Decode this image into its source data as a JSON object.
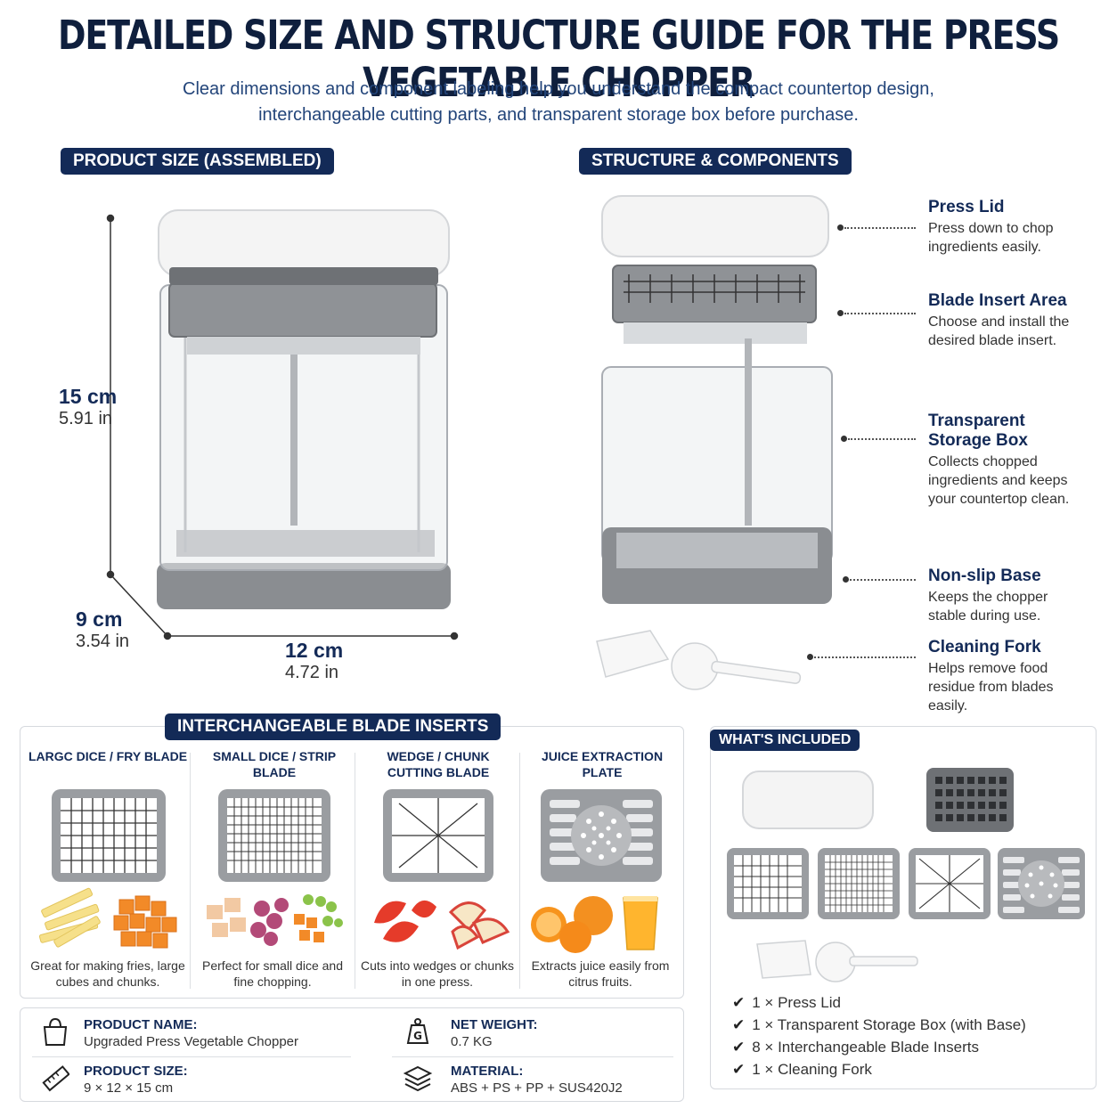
{
  "header": {
    "title": "DETAILED SIZE AND STRUCTURE GUIDE FOR THE PRESS VEGETABLE CHOPPER",
    "subtitle_line1": "Clear dimensions and component labeling help you understand the compact countertop design,",
    "subtitle_line2": "interchangeable cutting parts, and transparent storage box before purchase."
  },
  "size_section": {
    "heading": "PRODUCT SIZE (ASSEMBLED)",
    "height_cm": "15 cm",
    "height_in": "5.91 in",
    "depth_cm": "9 cm",
    "depth_in": "3.54 in",
    "width_cm": "12 cm",
    "width_in": "4.72 in"
  },
  "structure_section": {
    "heading": "STRUCTURE & COMPONENTS",
    "components": [
      {
        "title": "Press Lid",
        "desc": "Press down to chop ingredients easily."
      },
      {
        "title": "Blade Insert Area",
        "desc": "Choose and install the desired blade insert."
      },
      {
        "title": "Transparent Storage Box",
        "desc": "Collects chopped ingredients and keeps your countertop clean."
      },
      {
        "title": "Non-slip Base",
        "desc": "Keeps the chopper stable during use."
      },
      {
        "title": "Cleaning Fork",
        "desc": "Helps remove food residue from blades easily."
      }
    ]
  },
  "blades_section": {
    "heading": "INTERCHANGEABLE BLADE INSERTS",
    "blades": [
      {
        "name": "LARGC DICE / FRY BLADE",
        "desc": "Great for making fries, large cubes and chunks."
      },
      {
        "name": "SMALL DICE / STRIP BLADE",
        "desc": "Perfect for small dice and fine chopping."
      },
      {
        "name": "WEDGE / CHUNK CUTTING BLADE",
        "desc": "Cuts into wedges or chunks in one press."
      },
      {
        "name": "JUICE EXTRACTION PLATE",
        "desc": "Extracts juice easily from citrus fruits."
      }
    ]
  },
  "info": {
    "product_name_label": "PRODUCT NAME:",
    "product_name_value": "Upgraded Press Vegetable Chopper",
    "net_weight_label": "NET WEIGHT:",
    "net_weight_value": "0.7 KG",
    "product_size_label": "PRODUCT SIZE:",
    "product_size_value": "9 × 12 × 15 cm",
    "material_label": "MATERIAL:",
    "material_value": "ABS + PS + PP + SUS420J2"
  },
  "included": {
    "heading": "WHAT'S INCLUDED",
    "items": [
      "1 × Press Lid",
      "1 × Transparent Storage Box (with Base)",
      "8 × Interchangeable Blade Inserts",
      "1 × Cleaning Fork"
    ]
  },
  "colors": {
    "navy": "#132a57",
    "grey_plastic": "#8a8d91",
    "lid_white": "#f4f4f4"
  }
}
